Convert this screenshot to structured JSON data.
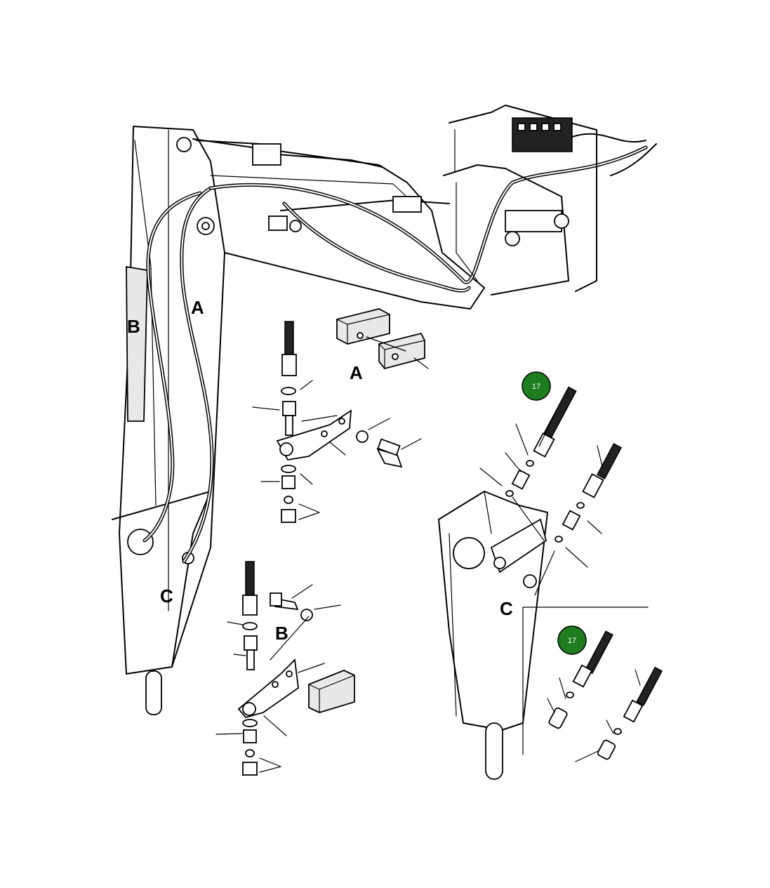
{
  "labels": {
    "main_a": "A",
    "main_b": "B",
    "main_c": "C",
    "detail_a": "A",
    "detail_b": "B",
    "detail_c": "C"
  },
  "callouts": [
    {
      "number": "17",
      "color": "#1e7d1e"
    },
    {
      "number": "17",
      "color": "#1e7d1e"
    }
  ]
}
